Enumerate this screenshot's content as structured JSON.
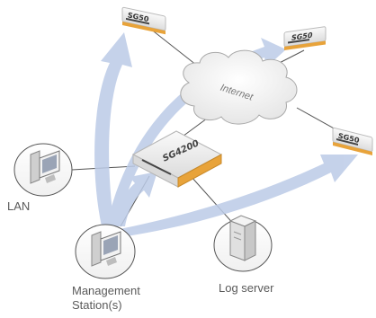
{
  "devices": {
    "top_left": "SG50",
    "top_right": "SG50",
    "right": "SG50",
    "central": "SG4200"
  },
  "cloud_label": "Internet",
  "labels": {
    "lan": "LAN",
    "management_line1": "Management",
    "management_line2": "Station(s)",
    "log_server": "Log server"
  },
  "colors": {
    "arrow": "#b9c8e6",
    "line": "#555555",
    "device_accent": "#e8a33a",
    "device_body": "#e9e9e9"
  },
  "icons": [
    "cloud-icon",
    "firewall-appliance-icon",
    "workstation-icon",
    "server-icon"
  ]
}
